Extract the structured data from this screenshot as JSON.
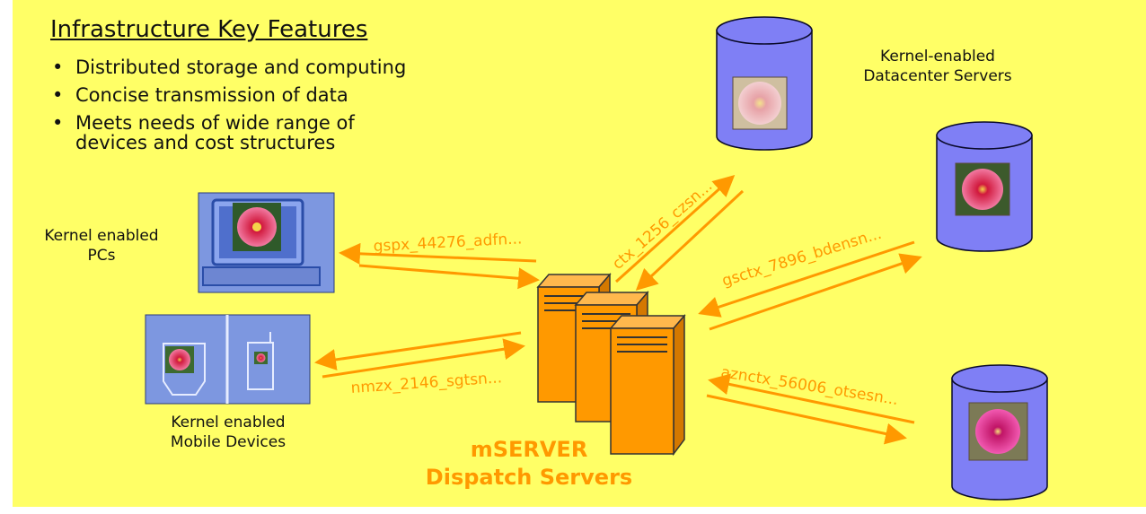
{
  "title": "Infrastructure Key Features",
  "bullets": [
    "Distributed storage and computing",
    "Concise transmission of data",
    "Meets needs of wide range of",
    "devices and cost structures"
  ],
  "labels": {
    "pcs_line1": "Kernel enabled",
    "pcs_line2": "PCs",
    "mobile_line1": "Kernel enabled",
    "mobile_line2": "Mobile Devices",
    "dc_line1": "Kernel-enabled",
    "dc_line2": "Datacenter Servers",
    "server_line1": "mSERVER",
    "server_line2": "Dispatch Servers"
  },
  "messages": {
    "pc": "gspx_44276_adfn...",
    "mobile": "nmzx_2146_sgtsn...",
    "db_top": "ctx_1256_czsn...",
    "db_middle": "gsctx_7896_bdensn...",
    "db_bottom": "aznctx_56006_otsesn..."
  },
  "colors": {
    "background": "#ffff66",
    "accent": "#ff9900",
    "device_panel": "#7d97e0",
    "cylinder": "#7f7ff5"
  },
  "icons": {
    "flower_photos": "flower-photo-icon",
    "server": "server-tower-icon",
    "database": "database-cylinder-icon"
  }
}
